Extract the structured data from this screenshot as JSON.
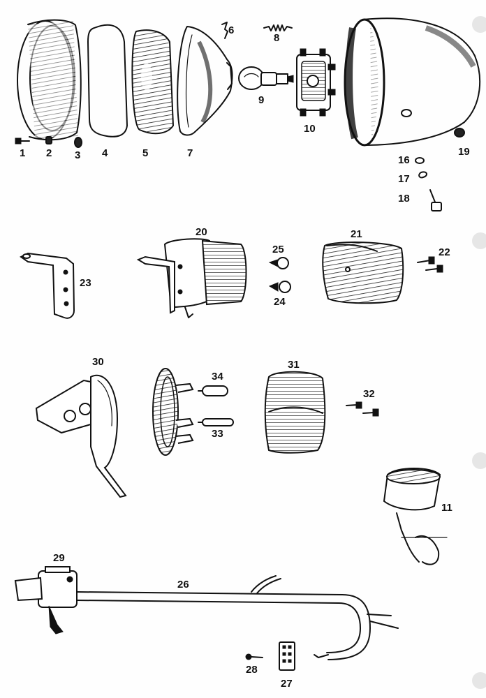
{
  "callouts": {
    "p1": "1",
    "p2": "2",
    "p3": "3",
    "p4": "4",
    "p5": "5",
    "p6": "6",
    "p7": "7",
    "p8": "8",
    "p9": "9",
    "p10": "10",
    "p11": "11",
    "p16": "16",
    "p17": "17",
    "p18": "18",
    "p19": "19",
    "p20": "20",
    "p21": "21",
    "p22": "22",
    "p23": "23",
    "p24": "24",
    "p25": "25",
    "p26": "26",
    "p27": "27",
    "p28": "28",
    "p29": "29",
    "p30": "30",
    "p31": "31",
    "p32": "32",
    "p33": "33",
    "p34": "34"
  },
  "colors": {
    "ink": "#111111",
    "paper": "#fefefe",
    "binder_hole": "#e6e6e6"
  }
}
